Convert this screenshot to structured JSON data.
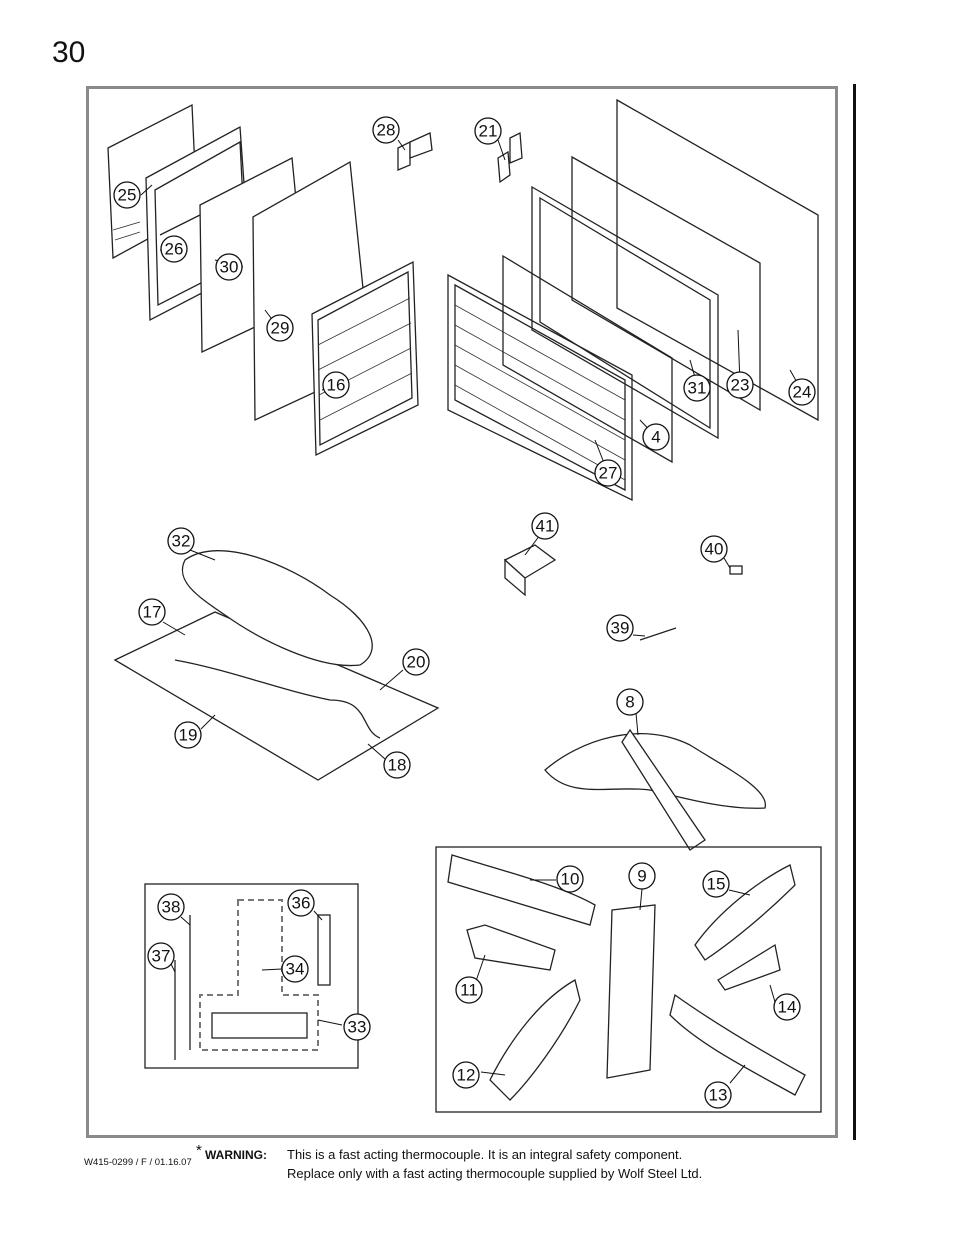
{
  "page_number": "30",
  "part_numbers": [
    "28",
    "21",
    "25",
    "26",
    "30",
    "29",
    "16",
    "31",
    "23",
    "24",
    "4",
    "27",
    "32",
    "41",
    "40",
    "17",
    "39",
    "20",
    "19",
    "18",
    "8",
    "10",
    "9",
    "15",
    "38",
    "36",
    "37",
    "34",
    "11",
    "14",
    "33",
    "12",
    "13"
  ],
  "footer": {
    "doc_code": "W415-0299 / F / 01.16.07",
    "asterisk": "*",
    "warning_label": "WARNING:",
    "warning_line1": "This is a fast acting thermocouple. It is an integral safety component.",
    "warning_line2": "Replace only with a fast acting thermocouple supplied by Wolf Steel Ltd."
  }
}
